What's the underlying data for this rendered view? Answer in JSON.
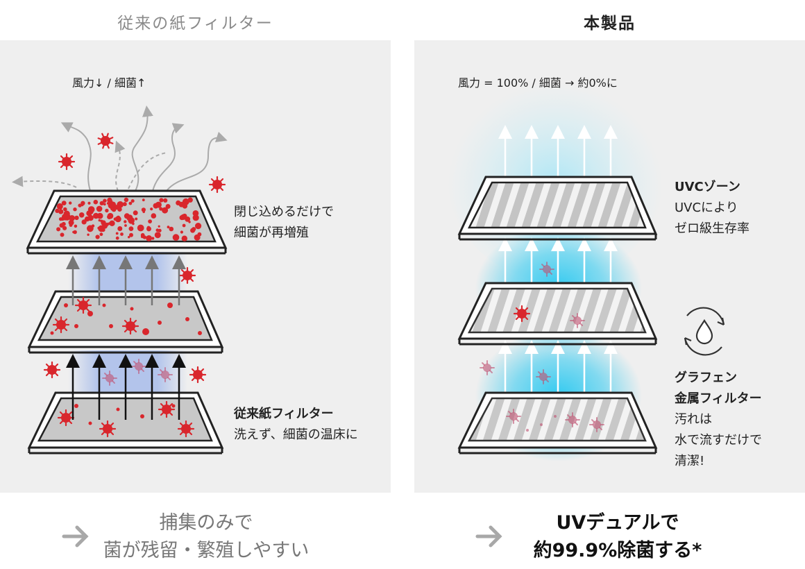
{
  "left": {
    "heading": "従来の紙フィルター",
    "airflow_label": "風力↓ / 細菌↑",
    "note_top_line1": "閉じ込めるだけで",
    "note_top_line2": "細菌が再増殖",
    "note_bottom_title": "従来紙フィルター",
    "note_bottom_line": "洗えず、細菌の温床に",
    "bottom_line1": "捕集のみで",
    "bottom_line2": "菌が残留・繁殖しやすい"
  },
  "right": {
    "heading": "本製品",
    "airflow_label": "風力 = 100% / 細菌 → 約0%に",
    "uvc_title": "UVCゾーン",
    "uvc_line1": "UVCにより",
    "uvc_line2": "ゼロ級生存率",
    "graphene_title1": "グラフェン",
    "graphene_title2": "金属フィルター",
    "graphene_line1": "汚れは",
    "graphene_line2": "水で流すだけで",
    "graphene_line3": "清潔!",
    "bottom_line1": "UVデュアルで",
    "bottom_line2": "約99.9%除菌する*"
  },
  "icons": {
    "arrow": "right-arrow-icon",
    "cycle": "water-drop-cycle-icon"
  },
  "colors": {
    "bacteria": "#d9262c",
    "uv_glow": "#29c8f0",
    "paper_glow": "#9fb6ea",
    "filter_fill": "#c8c8c8",
    "panel_bg": "#efefef"
  }
}
